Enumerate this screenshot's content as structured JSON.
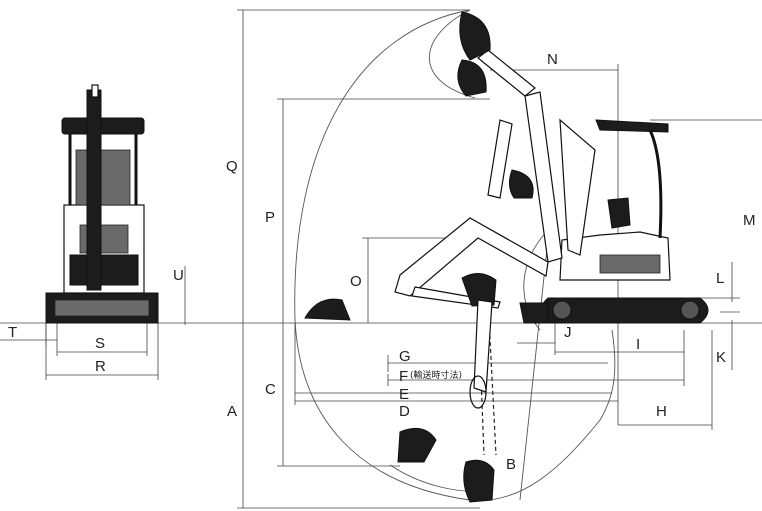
{
  "dimension_labels": {
    "A": "A",
    "B": "B",
    "C": "C",
    "D": "D",
    "E": "E",
    "F": "F",
    "F_note": "(輸送時寸法)",
    "G": "G",
    "H": "H",
    "I": "I",
    "J": "J",
    "K": "K",
    "L": "L",
    "M": "M",
    "N": "N",
    "O": "O",
    "P": "P",
    "Q": "Q",
    "R": "R",
    "S": "S",
    "T": "T",
    "U": "U"
  }
}
